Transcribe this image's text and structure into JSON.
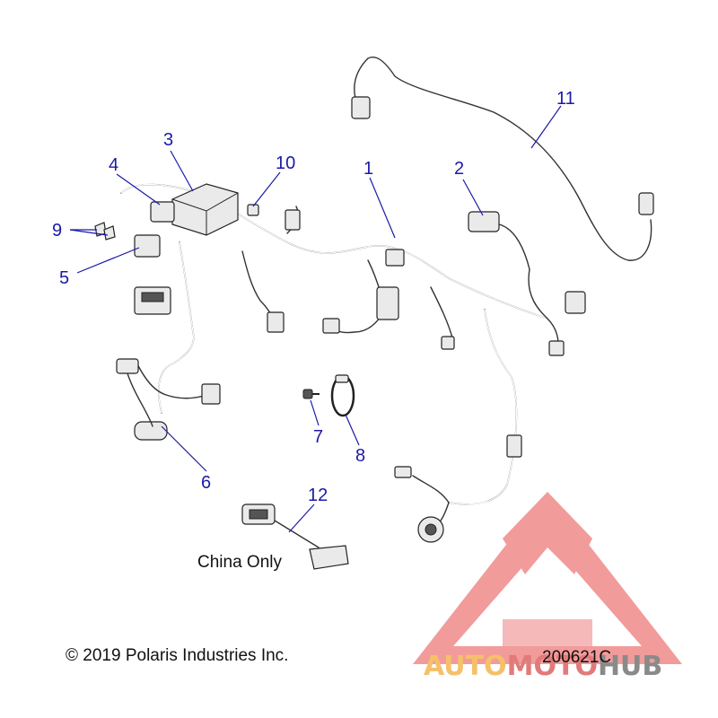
{
  "callouts": {
    "c1": "1",
    "c2": "2",
    "c3": "3",
    "c4": "4",
    "c5": "5",
    "c6": "6",
    "c7": "7",
    "c8": "8",
    "c9": "9",
    "c10": "10",
    "c11": "11",
    "c12": "12"
  },
  "captions": {
    "china_only": "China Only",
    "copyright": "© 2019 Polaris Industries Inc.",
    "figure_code": "200621C"
  },
  "watermark": {
    "part1": "AUTO",
    "part2": "MOTO",
    "part3": "HUB",
    "colors": {
      "triangle": "#f08a8a",
      "auto": "#f5c06a",
      "moto": "#e27a7a",
      "hub": "#8a8a8a"
    }
  },
  "colors": {
    "callout": "#1a1aa8",
    "line": "#222222"
  }
}
